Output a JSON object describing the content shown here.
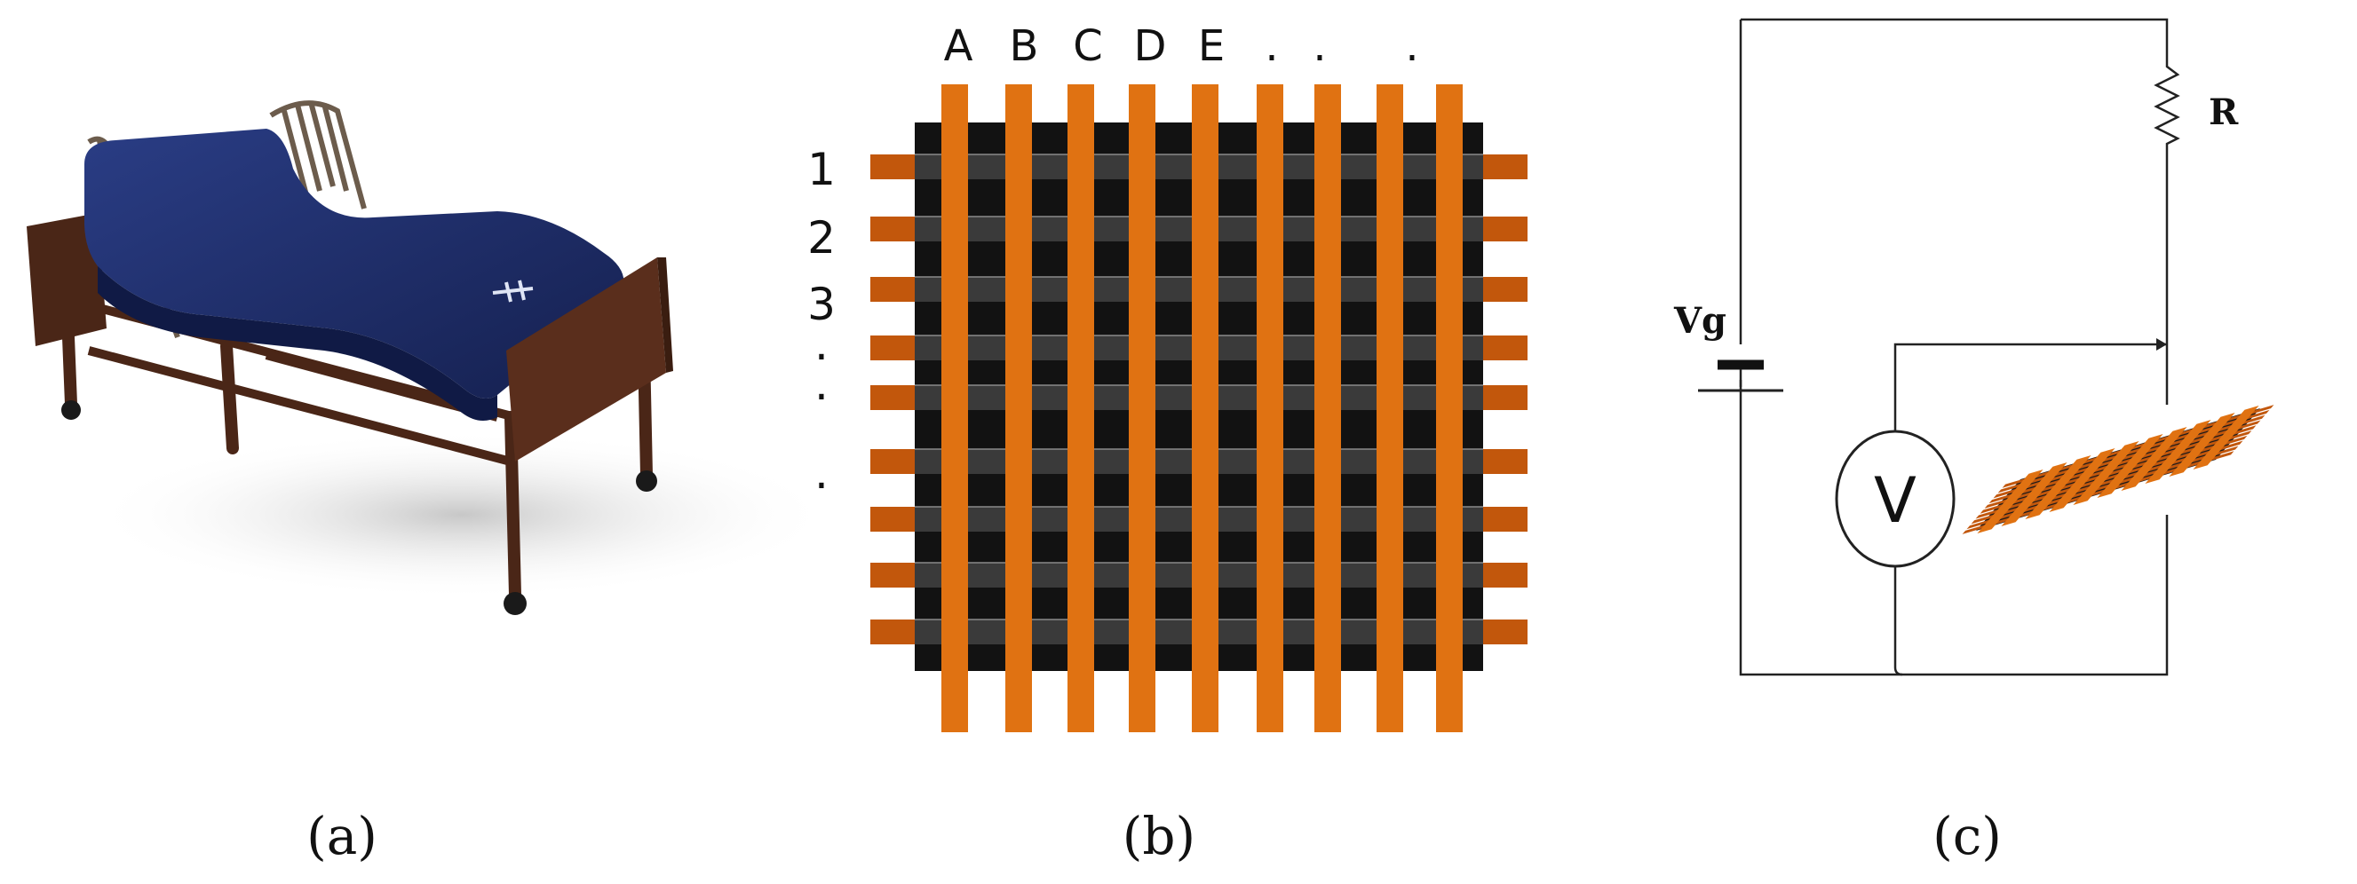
{
  "panels": {
    "a": {
      "caption": "(a)"
    },
    "b": {
      "caption": "(b)",
      "column_labels": [
        "A",
        "B",
        "C",
        "D",
        "E",
        ".",
        ".",
        "."
      ],
      "row_labels": [
        "1",
        "2",
        "3",
        ".",
        ".",
        "."
      ],
      "strip_color": "#e07212",
      "pad_color": "#c2570c",
      "mat_color": "#121212",
      "mat_band_color": "#3a3a3a"
    },
    "c": {
      "caption": "(c)",
      "source_label": "Vg",
      "resistor_label": "R",
      "meter_label": "V"
    }
  },
  "bed": {
    "mattress_color": "#1f2f6b",
    "frame_color": "#4a2617",
    "rail_color": "#6c5c4c"
  }
}
